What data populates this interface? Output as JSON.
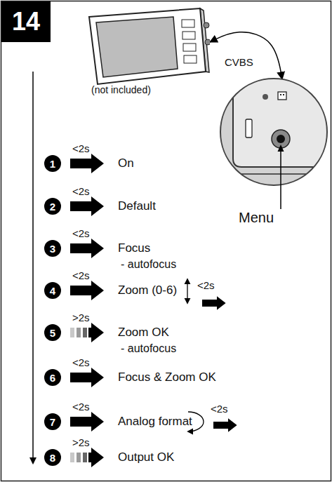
{
  "diagram": {
    "title": "14",
    "nodes": [
      {
        "text": [
          "(not included)"
        ]
      },
      {
        "text": [
          "Menu"
        ]
      }
    ],
    "edges": [
      {
        "from": 0,
        "to": 1,
        "arrow": "both",
        "label": "CVBS"
      }
    ],
    "labels": [
      "1",
      "<2s",
      "On",
      "2",
      "<2s",
      "Default",
      "3",
      "<2s",
      "Focus",
      "- autofocus",
      "4",
      "<2s",
      "Zoom (0-6)",
      "<2s",
      "5",
      ">2s",
      "Zoom OK",
      "- autofocus",
      "6",
      "<2s",
      "Focus & Zoom OK",
      "7",
      "<2s",
      "Analog format",
      "<2s",
      "8",
      ">2s",
      "Output OK"
    ]
  }
}
